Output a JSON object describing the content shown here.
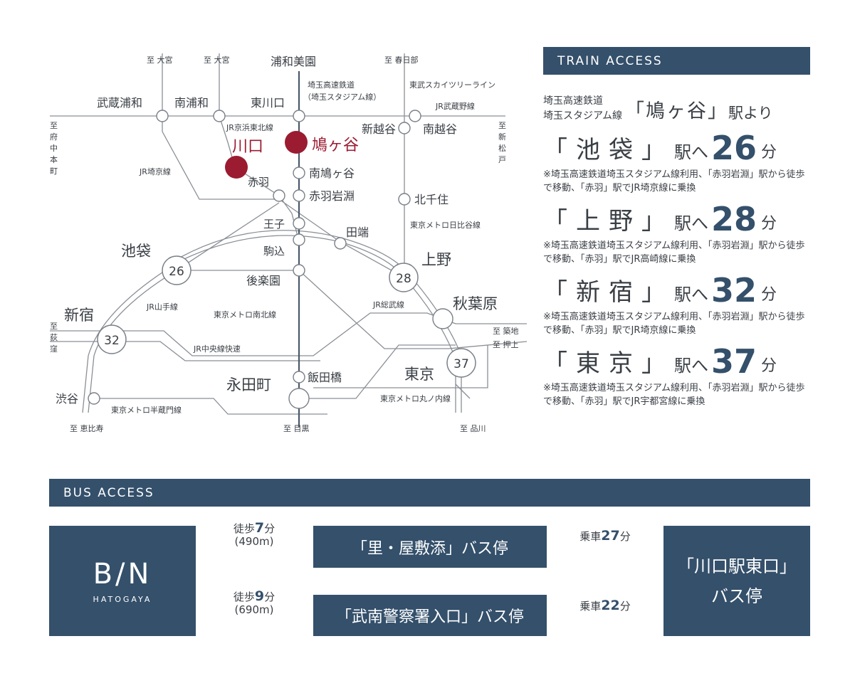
{
  "colors": {
    "accent": "#34506b",
    "highlight": "#9b1b30",
    "line_gray": "#8a8f96",
    "namboku": "#4a5a6a"
  },
  "map": {
    "stations": {
      "urawa_misono": "浦和美園",
      "musashi_urawa": "武蔵浦和",
      "minami_urawa": "南浦和",
      "higashi_kawaguchi": "東川口",
      "shinkoshigaya": "新越谷",
      "minami_koshigaya": "南越谷",
      "kawaguchi": "川口",
      "hatogaya": "鳩ヶ谷",
      "minami_hatogaya": "南鳩ヶ谷",
      "akabane": "赤羽",
      "akabane_iwabuchi": "赤羽岩淵",
      "kitasenju": "北千住",
      "oji": "王子",
      "tabata": "田端",
      "komagome": "駒込",
      "ikebukuro": "池袋",
      "ueno": "上野",
      "korakuen": "後楽園",
      "akihabara": "秋葉原",
      "shinjuku": "新宿",
      "iidabashi": "飯田橋",
      "tokyo": "東京",
      "nagatacho": "永田町",
      "shibuya": "渋谷"
    },
    "line_labels": {
      "saitama_railway": "埼玉高速鉄道",
      "saitama_railway_sub": "（埼玉スタジアム線）",
      "tobu_skytree": "東武スカイツリーライン",
      "jr_musashino": "JR武蔵野線",
      "jr_keihin": "JR京浜東北線",
      "jr_saikyo": "JR埼京線",
      "hibiya": "東京メトロ日比谷線",
      "yamanote": "JR山手線",
      "namboku": "東京メトロ南北線",
      "sobu": "JR総武線",
      "chuo": "JR中央線快速",
      "marunouchi": "東京メトロ丸ノ内線",
      "hanzomon": "東京メトロ半蔵門線"
    },
    "directions": {
      "omiya1": "至 大宮",
      "omiya2": "至 大宮",
      "kasukabe": "至 春日部",
      "fuchu_1": "至",
      "fuchu_2": "府",
      "fuchu_3": "中",
      "fuchu_4": "本",
      "fuchu_5": "町",
      "shinmatsudo_1": "至",
      "shinmatsudo_2": "新",
      "shinmatsudo_3": "松",
      "shinmatsudo_4": "戸",
      "ogikubo_1": "至",
      "ogikubo_2": "荻",
      "ogikubo_3": "窪",
      "tsukiji": "至 築地",
      "oshiage": "至 押上",
      "ebisu": "至 恵比寿",
      "meguro": "至 目黒",
      "shinagawa": "至 品川"
    },
    "minutes": {
      "ikebukuro": "26",
      "ueno": "28",
      "shinjuku": "32",
      "tokyo": "37"
    }
  },
  "train_access": {
    "header": "TRAIN ACCESS",
    "origin_line1": "埼玉高速鉄道",
    "origin_line2": "埼玉スタジアム線",
    "origin_station": "「鳩ヶ谷」",
    "origin_suffix": "駅より",
    "routes": [
      {
        "dest": "「池袋」",
        "he": "駅へ",
        "minutes": "26",
        "fun": "分",
        "note": "※埼玉高速鉄道埼玉スタジアム線利用、「赤羽岩淵」駅から徒歩で移動、「赤羽」駅でJR埼京線に乗換"
      },
      {
        "dest": "「上野」",
        "he": "駅へ",
        "minutes": "28",
        "fun": "分",
        "note": "※埼玉高速鉄道埼玉スタジアム線利用、「赤羽岩淵」駅から徒歩で移動、「赤羽」駅でJR高崎線に乗換"
      },
      {
        "dest": "「新宿」",
        "he": "駅へ",
        "minutes": "32",
        "fun": "分",
        "note": "※埼玉高速鉄道埼玉スタジアム線利用、「赤羽岩淵」駅から徒歩で移動、「赤羽」駅でJR埼京線に乗換"
      },
      {
        "dest": "「東京」",
        "he": "駅へ",
        "minutes": "37",
        "fun": "分",
        "note": "※埼玉高速鉄道埼玉スタジアム線利用、「赤羽岩淵」駅から徒歩で移動、「赤羽」駅でJR宇都宮線に乗換"
      }
    ]
  },
  "bus_access": {
    "header": "BUS ACCESS",
    "logo": "B/N",
    "logo_sub": "HATOGAYA",
    "stop1": "「里・屋敷添」バス停",
    "stop2": "「武南警察署入口」バス停",
    "terminal_line1": "「川口駅東口」",
    "terminal_line2": "バス停",
    "walk1_prefix": "徒歩",
    "walk1_num": "7",
    "walk1_suffix": "分",
    "walk1_dist": "(490m)",
    "walk2_prefix": "徒歩",
    "walk2_num": "9",
    "walk2_suffix": "分",
    "walk2_dist": "(690m)",
    "ride1_prefix": "乗車",
    "ride1_num": "27",
    "ride1_suffix": "分",
    "ride2_prefix": "乗車",
    "ride2_num": "22",
    "ride2_suffix": "分"
  }
}
